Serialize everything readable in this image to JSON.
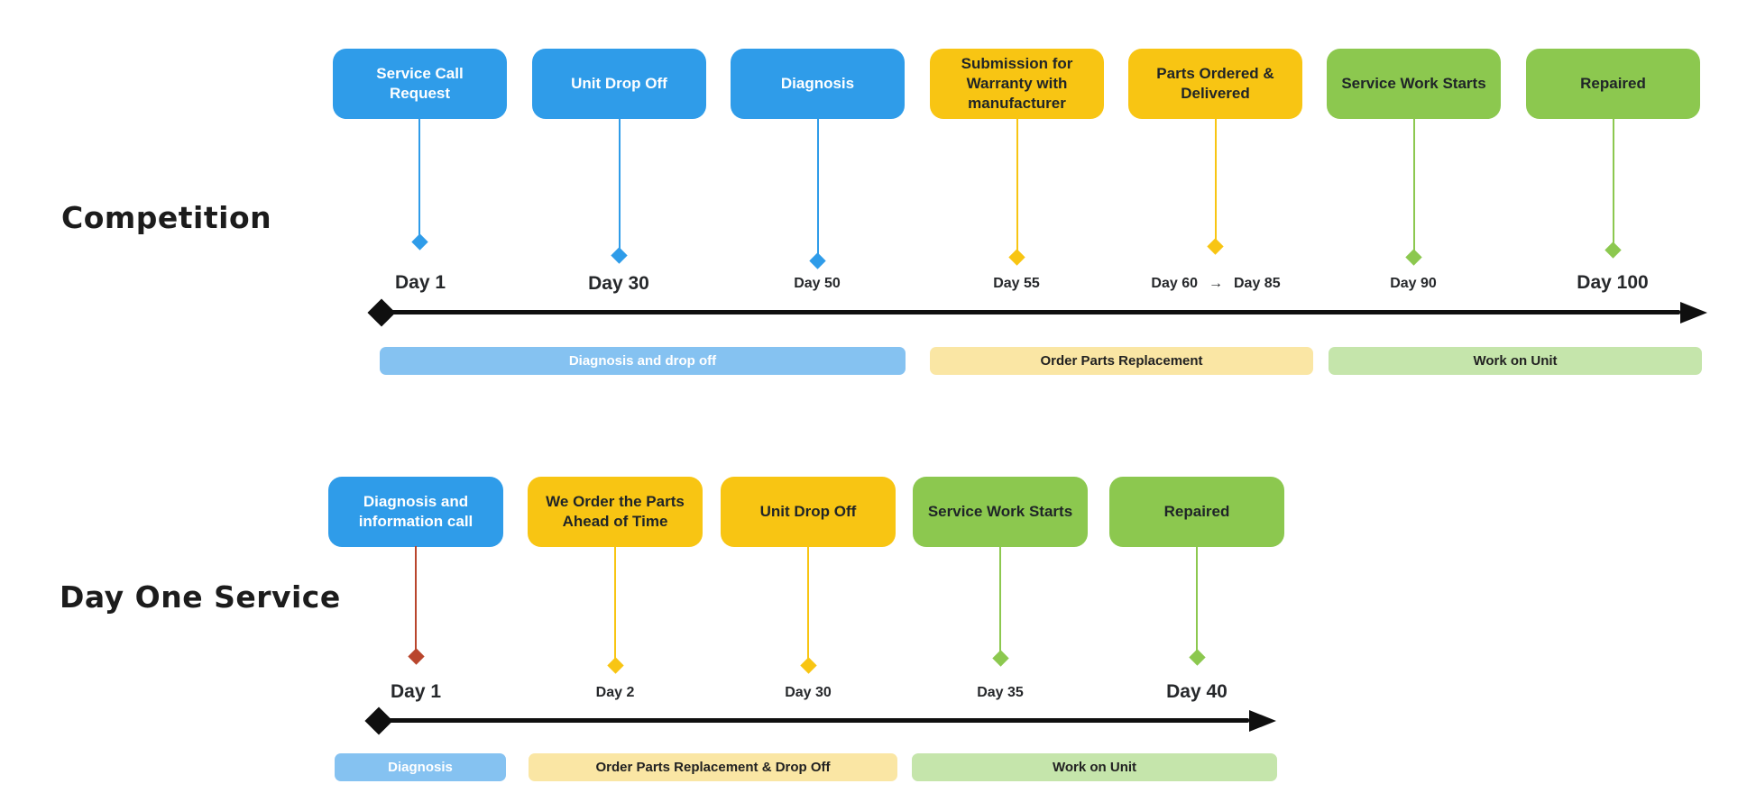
{
  "colors": {
    "blue": "#2F9CE9",
    "yellow": "#F8C513",
    "green": "#8CC84F",
    "red": "#B9462D",
    "light_blue": "#85C2F1",
    "light_yellow": "#FAE6A4",
    "light_green": "#C5E5AB",
    "axis_black": "#0F0F0F"
  },
  "competition": {
    "title": "Competition",
    "events": [
      {
        "label": "Service Call Request",
        "day": "Day 1"
      },
      {
        "label": "Unit Drop Off",
        "day": "Day 30"
      },
      {
        "label": "Diagnosis",
        "day": "Day 50"
      },
      {
        "label": "Submission for Warranty with manufacturer",
        "day": "Day 55"
      },
      {
        "label": "Parts Ordered & Delivered",
        "day_from": "Day 60",
        "arrow": "→",
        "day_to": "Day 85"
      },
      {
        "label": "Service Work Starts",
        "day": "Day 90"
      },
      {
        "label": "Repaired",
        "day": "Day 100"
      }
    ],
    "phases": [
      {
        "label": "Diagnosis and drop off"
      },
      {
        "label": "Order Parts Replacement"
      },
      {
        "label": "Work on Unit"
      }
    ]
  },
  "day_one": {
    "title": "Day One Service",
    "events": [
      {
        "label": "Diagnosis and information call",
        "day": "Day 1"
      },
      {
        "label": "We Order the Parts Ahead of Time",
        "day": "Day 2"
      },
      {
        "label": "Unit Drop Off",
        "day": "Day 30"
      },
      {
        "label": "Service Work Starts",
        "day": "Day 35"
      },
      {
        "label": "Repaired",
        "day": "Day 40"
      }
    ],
    "phases": [
      {
        "label": "Diagnosis"
      },
      {
        "label": "Order Parts Replacement & Drop Off"
      },
      {
        "label": "Work on Unit"
      }
    ]
  }
}
